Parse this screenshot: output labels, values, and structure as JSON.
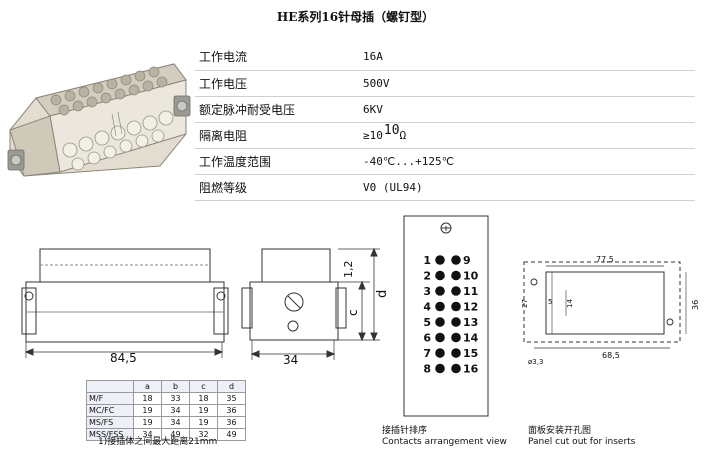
{
  "title": "HE系列16针母插（螺钉型）",
  "specs": [
    {
      "label": "工作电流",
      "value": "16A"
    },
    {
      "label": "工作电压",
      "value": "500V"
    },
    {
      "label": "额定脉冲耐受电压",
      "value": "6KV"
    },
    {
      "label": "隔离电阻",
      "value": "≥10",
      "value_sup": "10",
      "value_unit": "Ω"
    },
    {
      "label": "工作温度范围",
      "value": "-40℃...+125℃"
    },
    {
      "label": "阻燃等级",
      "value": "V0 (UL94)"
    }
  ],
  "drawing": {
    "front_width": "84,5",
    "side_width": "34",
    "dim_12": "1,2",
    "dim_c": "c",
    "dim_d": "d",
    "cut_width": "77,5",
    "cut_pitch": "68,5",
    "cut_h27": "27",
    "cut_h5": "5",
    "cut_h14": "14",
    "cut_h36": "36",
    "cut_hole": "ø3,3"
  },
  "pins": {
    "left": [
      "1",
      "2",
      "3",
      "4",
      "5",
      "6",
      "7",
      "8"
    ],
    "right": [
      "9",
      "10",
      "11",
      "12",
      "13",
      "14",
      "15",
      "16"
    ]
  },
  "dimension_table": {
    "columns": [
      "a",
      "b",
      "c",
      "d"
    ],
    "rows": [
      {
        "name": "M/F",
        "values": [
          "18",
          "33",
          "18",
          "35"
        ]
      },
      {
        "name": "MC/FC",
        "values": [
          "19",
          "34",
          "19",
          "36"
        ]
      },
      {
        "name": "MS/FS",
        "values": [
          "19",
          "34",
          "19",
          "36"
        ]
      },
      {
        "name": "MSS/FSS",
        "values": [
          "34",
          "49",
          "32",
          "49"
        ]
      }
    ]
  },
  "notes": {
    "footnote": "1)接插体之间最大距离21mm",
    "contacts_cn": "接插针排序",
    "contacts_en": "Contacts arrangement view",
    "panel_cn": "面板安装开孔图",
    "panel_en": "Panel cut out for inserts"
  }
}
